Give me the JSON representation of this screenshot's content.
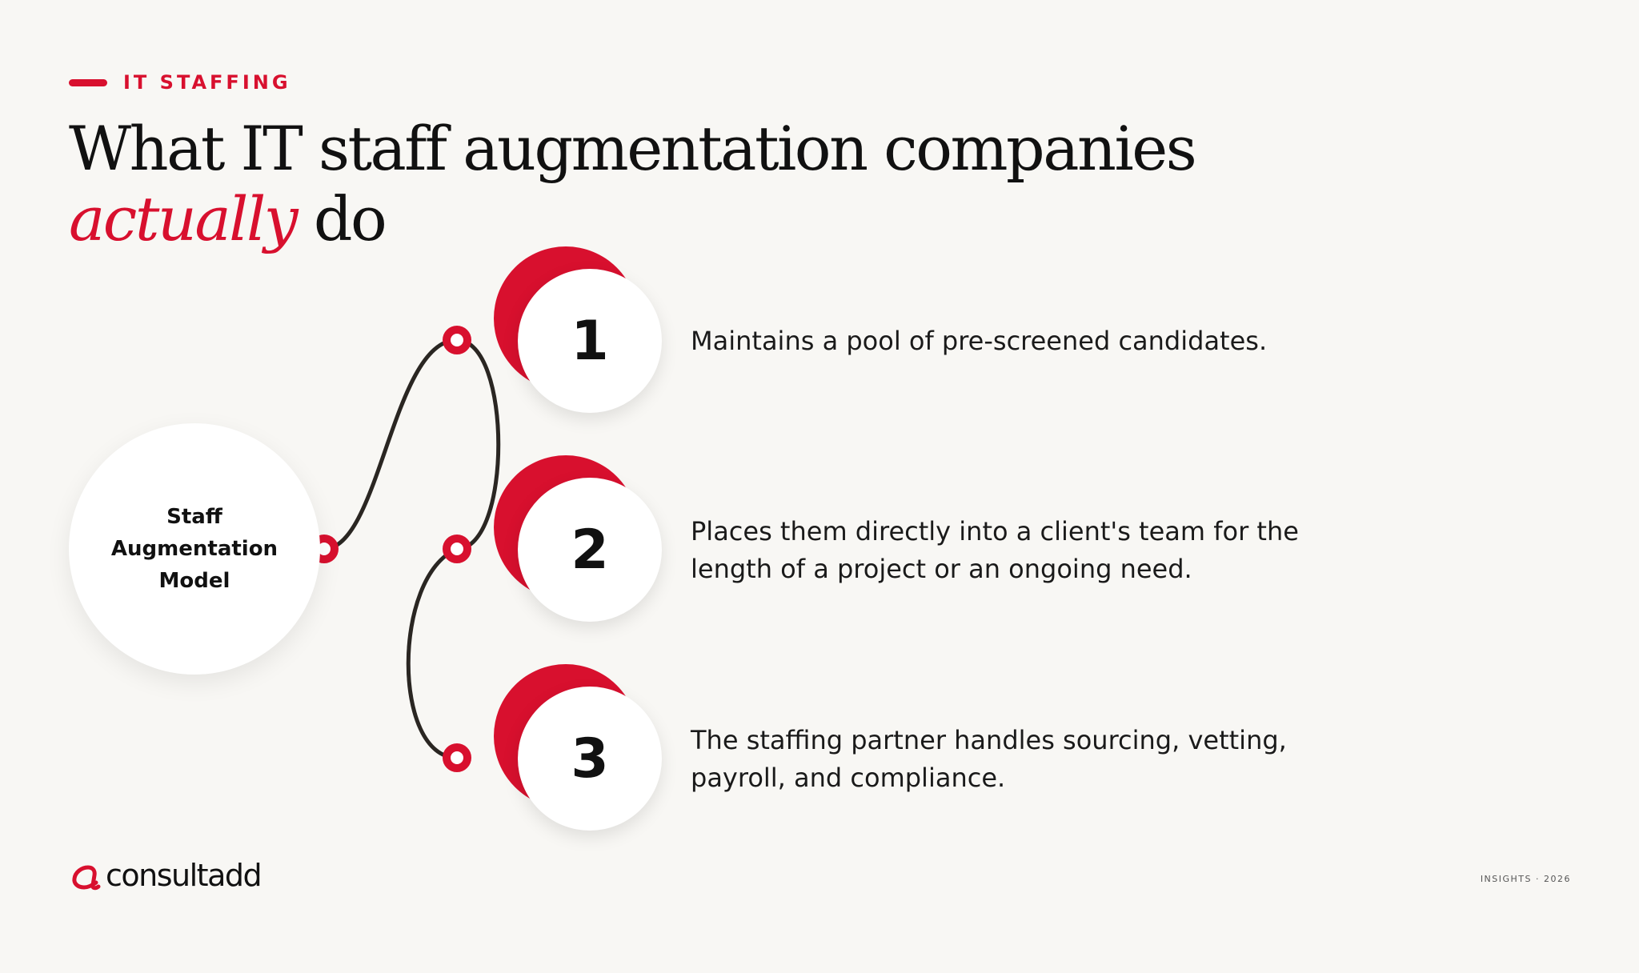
{
  "eyebrow": "IT STAFFING",
  "headline": {
    "line1": "What IT staff augmentation companies",
    "accent": "actually",
    "rest": " do"
  },
  "hub": {
    "line1": "Staff",
    "line2": "Augmentation",
    "line3": "Model"
  },
  "steps": [
    {
      "number": "1",
      "text": "Maintains a pool of pre-screened candidates."
    },
    {
      "number": "2",
      "text": "Places them directly into a client's team for the length of a project or an ongoing need."
    },
    {
      "number": "3",
      "text": "The staffing partner handles sourcing, vetting, payroll, and compliance."
    }
  ],
  "brand": {
    "name": "consultadd"
  },
  "footer": {
    "note": "INSIGHTS · 2026"
  },
  "colors": {
    "accent": "#d8102e",
    "background": "#f8f7f4",
    "text": "#111111"
  }
}
